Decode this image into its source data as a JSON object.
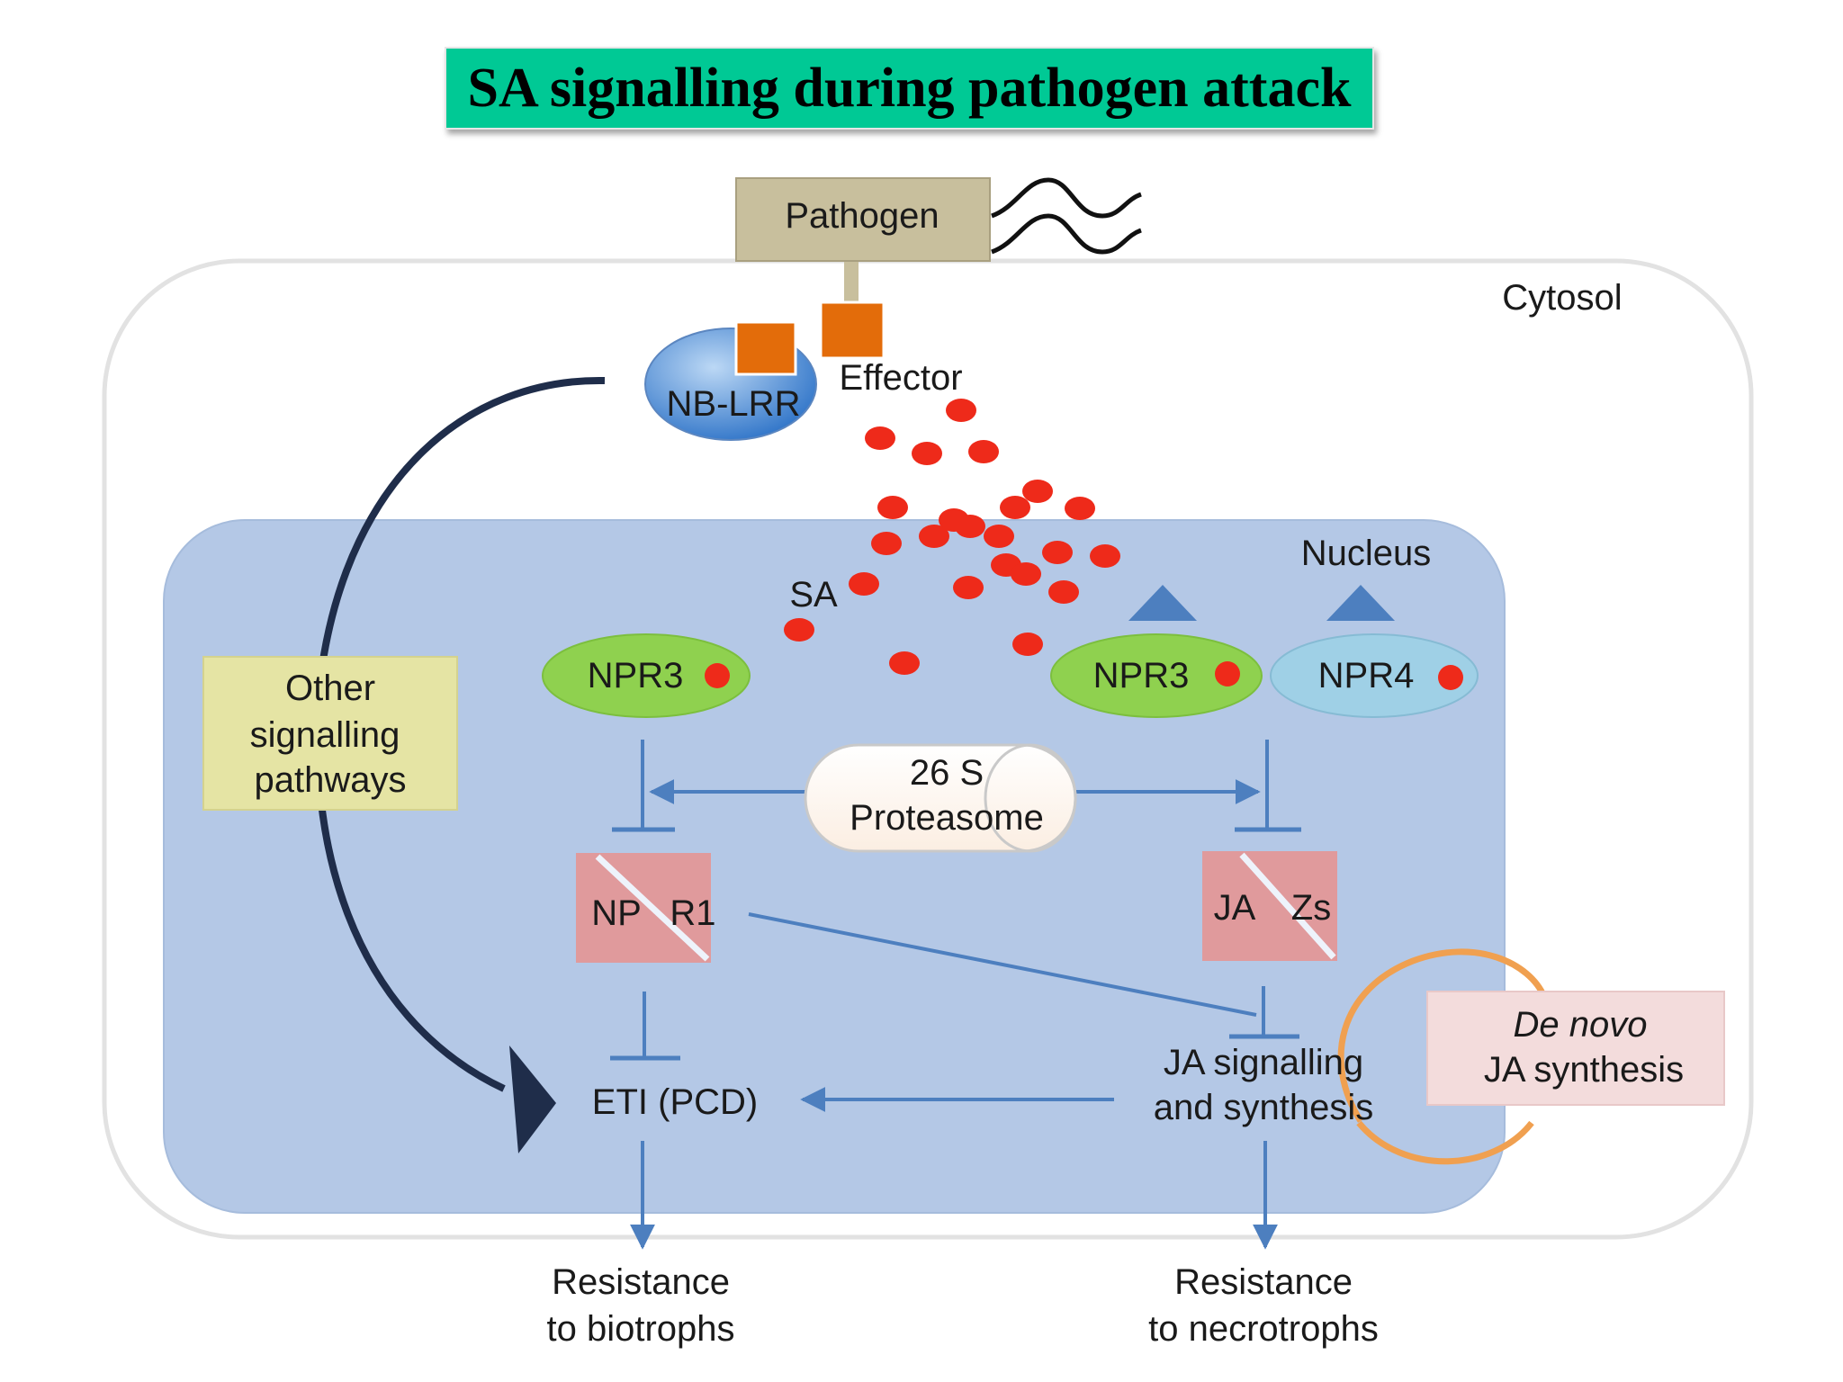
{
  "title": "SA signalling during pathogen attack",
  "labels": {
    "pathogen": "Pathogen",
    "cytosol": "Cytosol",
    "nucleus": "Nucleus",
    "nb_lrr": "NB-LRR",
    "effector": "Effector",
    "sa": "SA",
    "npr3_left": "NPR3",
    "npr3_right": "NPR3",
    "npr4": "NPR4",
    "proteasome_line1": "26 S",
    "proteasome_line2": "Proteasome",
    "npr1_part1": "NP",
    "npr1_part2": "R1",
    "jazs_part1": "JA",
    "jazs_part2": "Zs",
    "other_line1": "Other",
    "other_line2": "signalling",
    "other_line3": "pathways",
    "eti": "ETI (PCD)",
    "ja_sig_line1": "JA signalling",
    "ja_sig_line2": "and synthesis",
    "denovo_line1": "De novo",
    "denovo_line2": "JA synthesis",
    "res_bio_line1": "Resistance",
    "res_bio_line2": "to biotrophs",
    "res_nec_line1": "Resistance",
    "res_nec_line2": "to necrotrophs"
  },
  "colors": {
    "title_bg": "#00c995",
    "nucleus": "#b4c8e6",
    "pathogen": "#c8bf9d",
    "effector": "#e36c0a",
    "sa_dot": "#ee2a1a",
    "npr3": "#8fd14f",
    "npr4": "#9fd0e6",
    "npr1_box": "#e09a9c",
    "other_box": "#e5e4a4",
    "denovo_box": "#f3dcdc",
    "arrow": "#4d7fbf",
    "orange_arc": "#f0a050"
  }
}
